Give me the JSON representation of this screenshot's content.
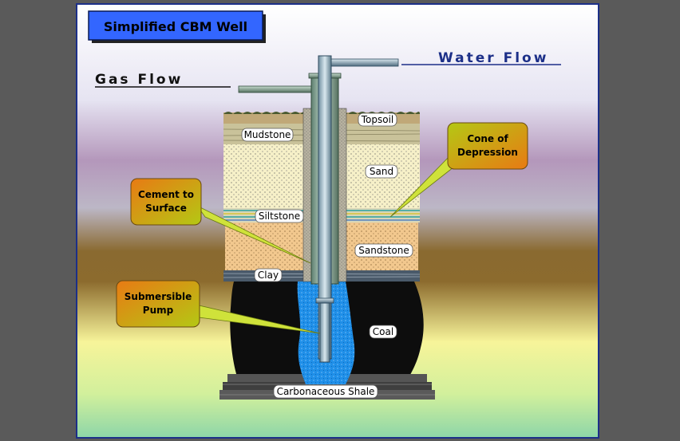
{
  "title": "Simplified CBM Well",
  "flows": {
    "gas": "Gas Flow",
    "water": "Water Flow"
  },
  "layers": {
    "topsoil": "Topsoil",
    "mudstone": "Mudstone",
    "sand": "Sand",
    "siltstone": "Siltstone",
    "sandstone": "Sandstone",
    "clay": "Clay",
    "coal": "Coal",
    "shale": "Carbonaceous Shale"
  },
  "callouts": {
    "cement": [
      "Cement to",
      "Surface"
    ],
    "cone": [
      "Cone of",
      "Depression"
    ],
    "pump": [
      "Submersible",
      "Pump"
    ]
  },
  "colors": {
    "frame_border": "#1c2f88",
    "title_fill": "#3366ff",
    "flow_text": "#1c2f88",
    "water": "#1f8fe8",
    "coal": "#0d0d0d",
    "callout_orange": "#e87a14",
    "callout_green": "#b4c814"
  }
}
